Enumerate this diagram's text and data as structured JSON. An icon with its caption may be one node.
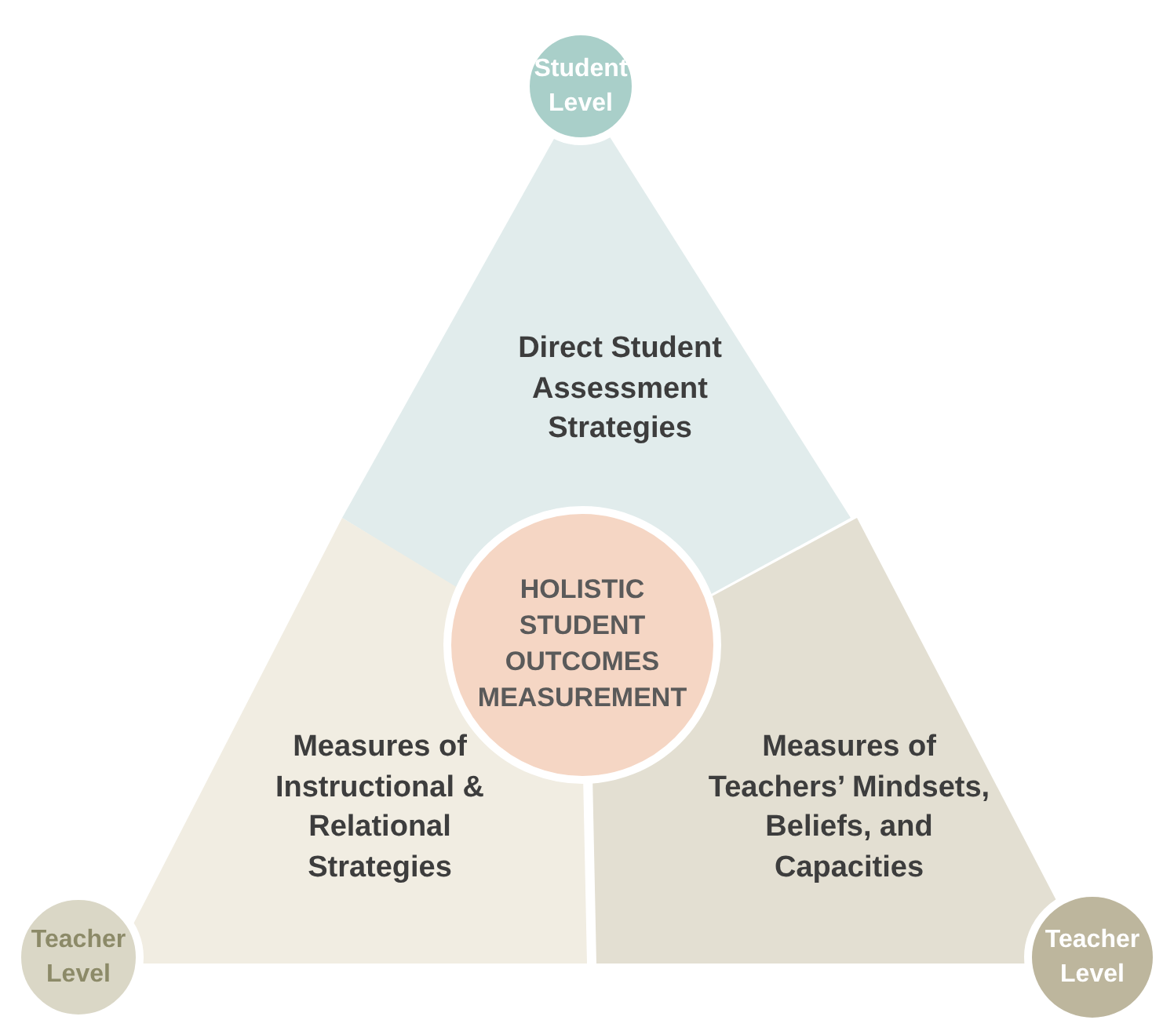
{
  "diagram": {
    "nodes": [
      {
        "text": [
          "Student Level"
        ]
      },
      {
        "text": [
          "Direct Student Assessment Strategies"
        ]
      },
      {
        "text": [
          "HOLISTIC STUDENT OUTCOMES MEASUREMENT"
        ]
      },
      {
        "text": [
          "Measures of Instructional & Relational Strategies"
        ]
      },
      {
        "text": [
          "Measures of Teachers’ Mindsets, Beliefs, and Capacities"
        ]
      },
      {
        "text": [
          "Teacher Level"
        ]
      },
      {
        "text": [
          "Teacher Level"
        ]
      }
    ]
  }
}
